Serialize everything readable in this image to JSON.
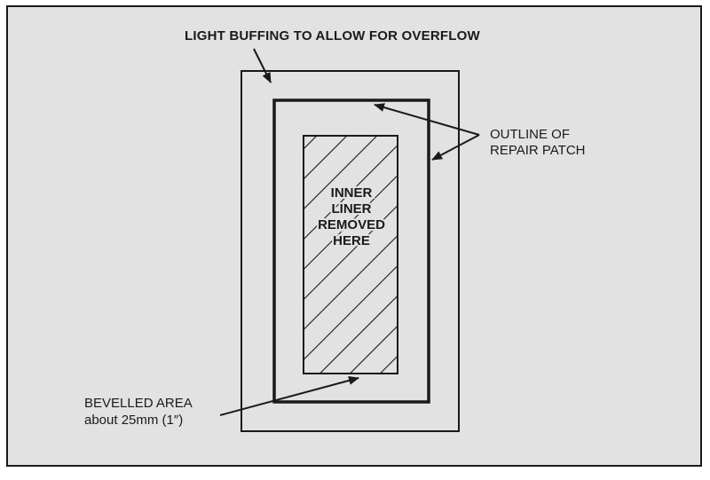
{
  "diagram": {
    "label_buffing": "LIGHT BUFFING TO ALLOW FOR OVERFLOW",
    "label_outline_line1": "OUTLINE OF",
    "label_outline_line2": "REPAIR PATCH",
    "label_inner_line1": "INNER",
    "label_inner_line2": "LINER",
    "label_inner_line3": "REMOVED",
    "label_inner_line4": "HERE",
    "label_bevel_line1": "BEVELLED AREA",
    "label_bevel_line2": "about 25mm (1″)"
  },
  "colors": {
    "panel_background": "#e2e2e2",
    "stroke": "#1a1a1a"
  }
}
